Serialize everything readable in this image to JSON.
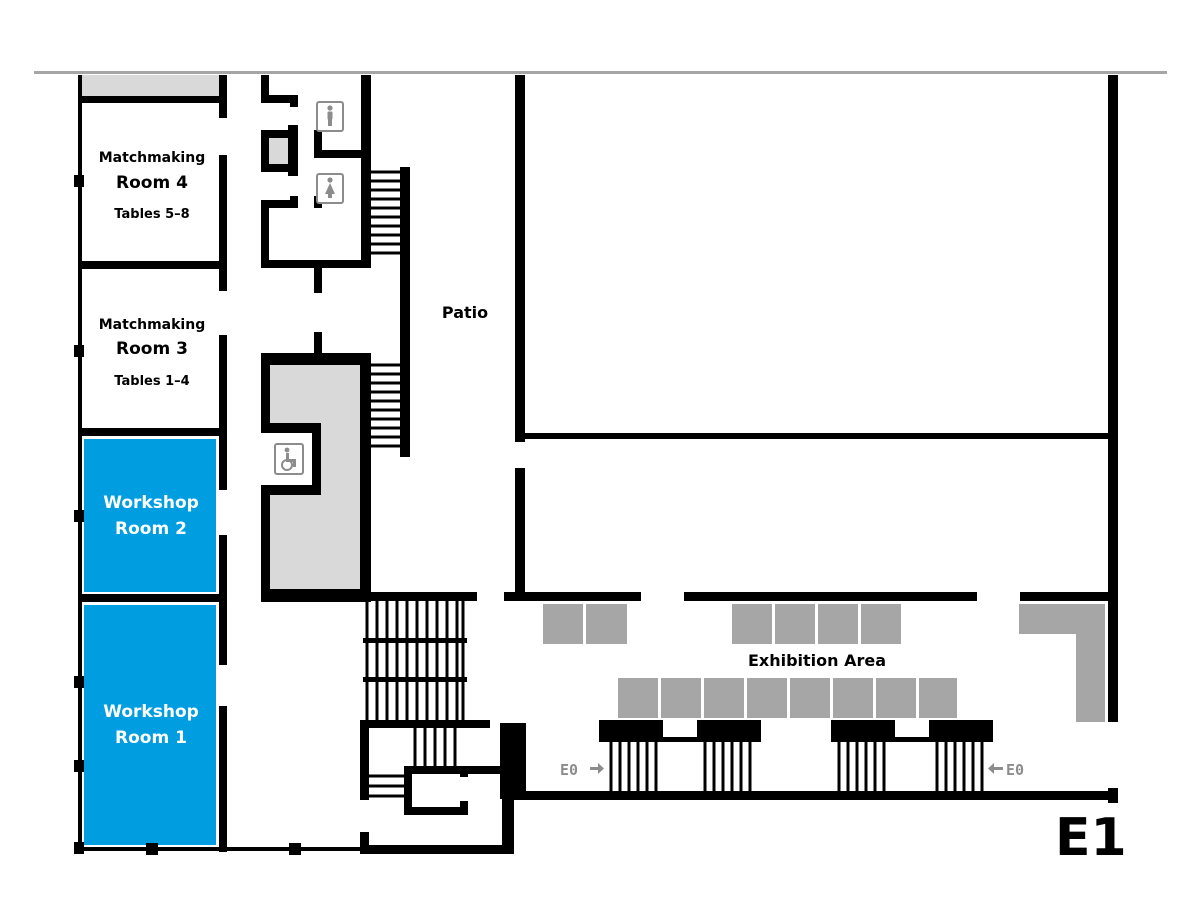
{
  "floor": {
    "label": "E1"
  },
  "rooms": [
    {
      "id": "matchmaking-4",
      "line1": "Matchmaking",
      "line2": "Room 4",
      "line3": "Tables 5–8"
    },
    {
      "id": "matchmaking-3",
      "line1": "Matchmaking",
      "line2": "Room 3",
      "line3": "Tables 1–4"
    },
    {
      "id": "workshop-2",
      "line1": "Workshop",
      "line2": "Room 2"
    },
    {
      "id": "workshop-1",
      "line1": "Workshop",
      "line2": "Room 1"
    }
  ],
  "areas": {
    "patio": "Patio",
    "exhibition": "Exhibition Area"
  },
  "entrances": {
    "left": "E0",
    "right": "E0"
  },
  "icons": {
    "mens_restroom": "male-restroom-icon",
    "womens_restroom": "female-restroom-icon",
    "accessible": "wheelchair-icon"
  },
  "colors": {
    "workshop": "#009ee0",
    "walls": "#000000",
    "service": "#d9d9d9",
    "booths": "#a6a6a6",
    "entrance_labels": "#8c8c8c"
  }
}
